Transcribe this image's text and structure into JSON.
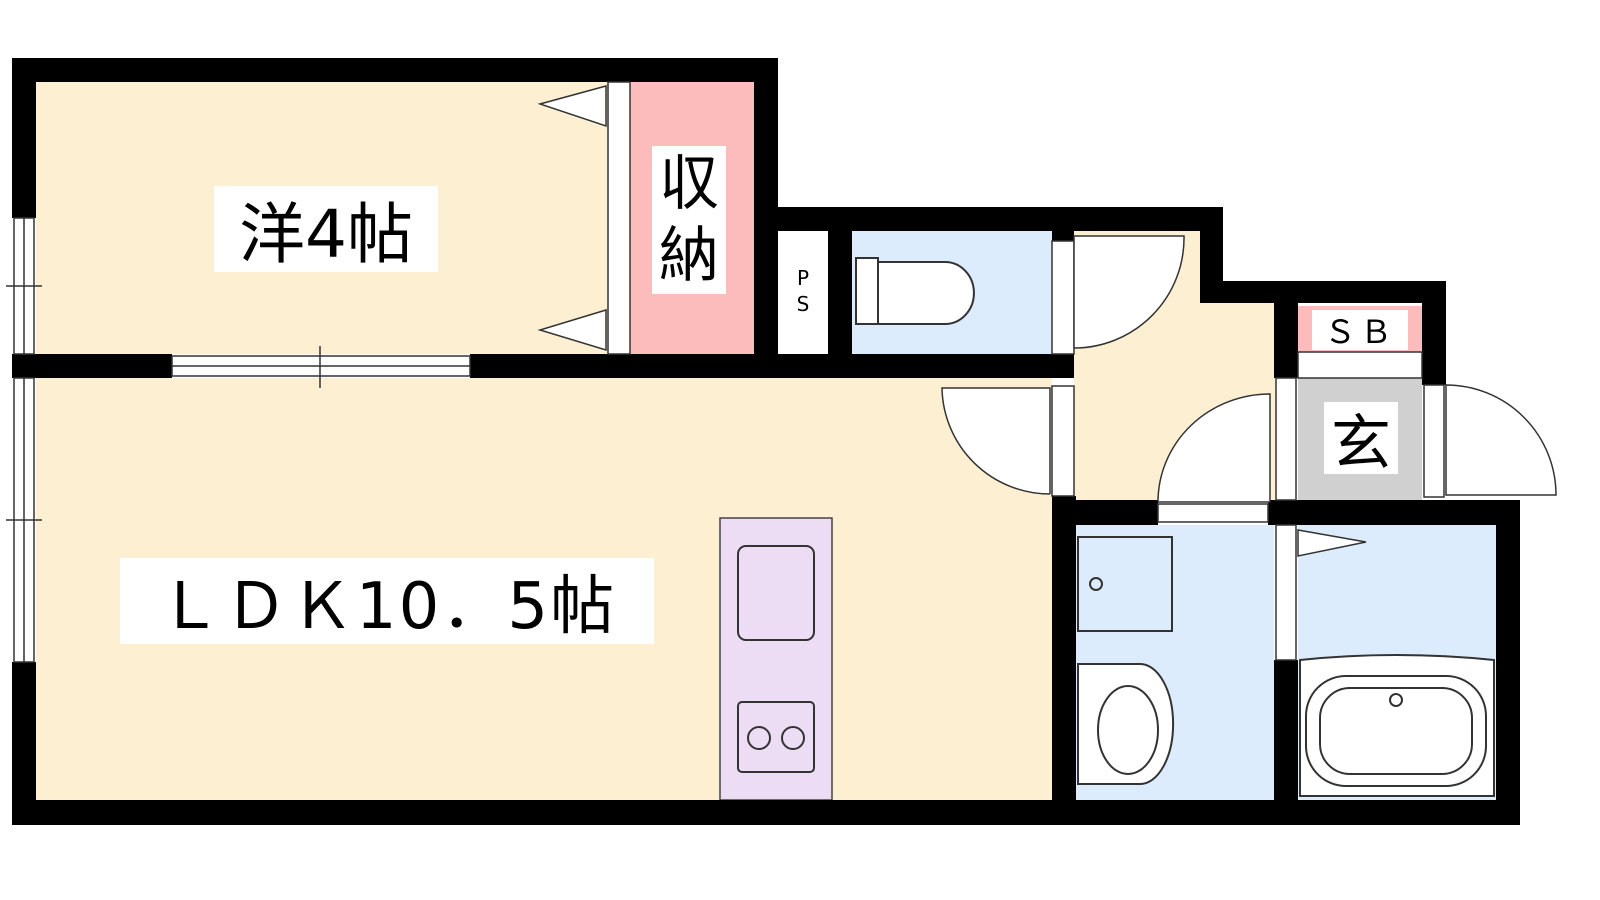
{
  "rooms": {
    "western_room": "洋4帖",
    "ldk": "ＬＤＫ10．5帖",
    "storage_line1": "収",
    "storage_line2": "納",
    "ps_line1": "P",
    "ps_line2": "S",
    "shoe_box": "ＳＢ",
    "entrance": "玄"
  },
  "colors": {
    "floor": "#fdf0d2",
    "storage": "#fcbcbc",
    "wet": "#dcecfc",
    "kitchen": "#ecdcf4",
    "entrance": "#d0d0d0",
    "wall": "#000000"
  }
}
